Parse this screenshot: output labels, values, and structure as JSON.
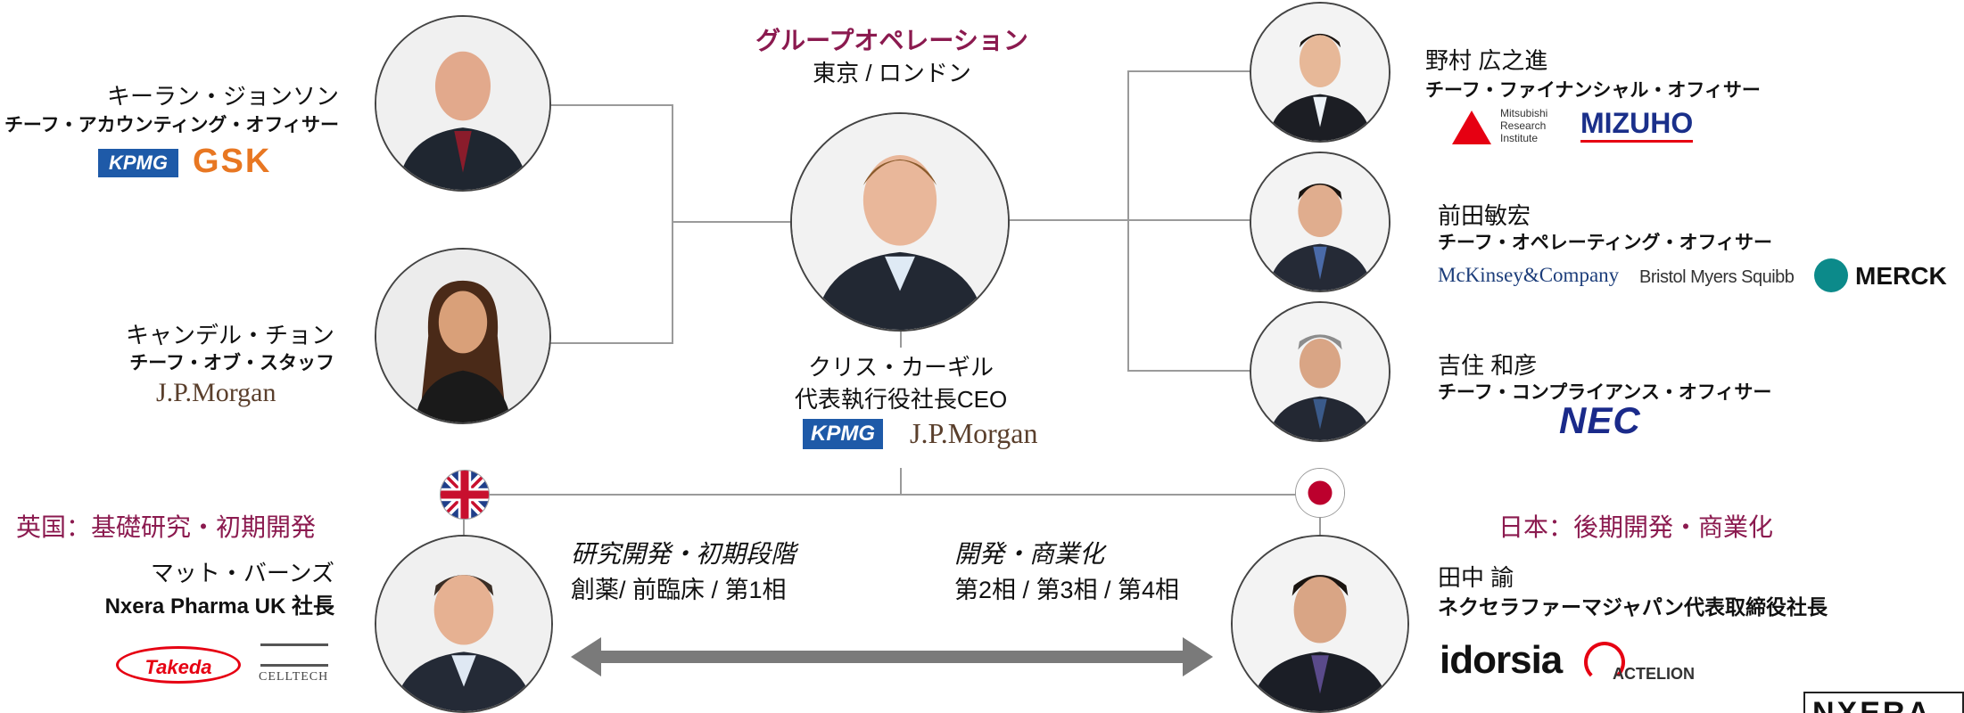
{
  "header": {
    "group_ops": "グループオペレーション",
    "location": "東京 / ロンドン"
  },
  "ceo": {
    "name": "クリス・カーギル",
    "title": "代表執行役社長CEO",
    "logos": [
      "KPMG",
      "J.P.Morgan"
    ]
  },
  "left_people": [
    {
      "name": "キーラン・ジョンソン",
      "title": "チーフ・アカウンティング・オフィサー",
      "logos": [
        "KPMG",
        "GSK"
      ]
    },
    {
      "name": "キャンデル・チョン",
      "title": "チーフ・オブ・スタッフ",
      "logos": [
        "J.P.Morgan"
      ]
    }
  ],
  "right_people": [
    {
      "name": "野村 広之進",
      "title": "チーフ・ファイナンシャル・オフィサー",
      "logos": [
        "Mitsubishi Research Institute",
        "MIZUHO"
      ]
    },
    {
      "name": "前田敏宏",
      "title": "チーフ・オペレーティング・オフィサー",
      "logos": [
        "McKinsey&Company",
        "Bristol Myers Squibb",
        "MERCK"
      ]
    },
    {
      "name": "吉住 和彦",
      "title": "チーフ・コンプライアンス・オフィサー",
      "logos": [
        "NEC"
      ]
    }
  ],
  "uk": {
    "region": "英国：基礎研究・初期開発",
    "name": "マット・バーンズ",
    "title": "Nxera Pharma UK 社長",
    "logos": [
      "Takeda",
      "CELLTECH"
    ],
    "flag": "uk-flag-icon"
  },
  "japan": {
    "region": "日本：後期開発・商業化",
    "name": "田中 諭",
    "title": "ネクセラファーマジャパン代表取締役社長",
    "logos": [
      "idorsia",
      "ACTELION"
    ],
    "flag": "japan-flag-icon"
  },
  "phases": {
    "left_heading": "研究開発・初期段階",
    "left_detail": "創薬/ 前臨床 / 第1相",
    "right_heading": "開発・商業化",
    "right_detail": "第2相 / 第3相 / 第4相"
  },
  "corner_logo": "NXERA",
  "colors": {
    "accent": "#8b1a4f",
    "line": "#9a9a9a",
    "arrow": "#7a7a7a",
    "kpmg": "#1e5aa8",
    "gsk": "#e87722",
    "jpm": "#5a3f2c",
    "nec": "#1a2a8a",
    "mizuho": "#1a2f8a",
    "bms": "#be2bbb",
    "merck": "#0c8a8a",
    "takeda": "#e60012",
    "idorsia": "#111111"
  }
}
